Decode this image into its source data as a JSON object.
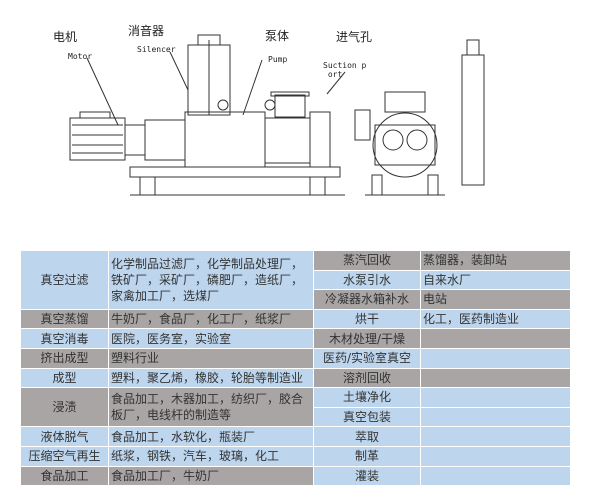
{
  "labels": {
    "motor_cn": "电机",
    "motor_en": "Motor",
    "silencer_cn": "消音器",
    "silencer_en": "Silencer",
    "pump_cn": "泵体",
    "pump_en": "Pump",
    "suction_cn": "进气孔",
    "suction_en": "Suction p\n ort"
  },
  "colors": {
    "blue": "#bdd6ee",
    "gray": "#a9a5a5"
  },
  "left_table": [
    {
      "application": "真空过滤",
      "industries": "化学制品过滤厂，化学制品处理厂，铁矿厂，采矿厂，磷肥厂，造纸厂，家禽加工厂，选煤厂"
    },
    {
      "application": "真空蒸馏",
      "industries": "牛奶厂，食品厂，化工厂，纸浆厂"
    },
    {
      "application": "真空消毒",
      "industries": "医院，医务室，实验室"
    },
    {
      "application": "挤出成型",
      "industries": "塑料行业"
    },
    {
      "application": "成型",
      "industries": "塑料，聚乙烯，橡胶，轮胎等制造业"
    },
    {
      "application": "浸渍",
      "industries": "食品加工，木器加工，纺织厂，胶合板厂，电线杆的制造等"
    },
    {
      "application": "液体脱气",
      "industries": "食品加工，水软化，瓶装厂"
    },
    {
      "application": "压缩空气再生",
      "industries": "纸浆，钢铁，汽车，玻璃，化工"
    },
    {
      "application": "食品加工",
      "industries": "食品加工厂，牛奶厂"
    }
  ],
  "right_table": [
    {
      "application": "蒸汽回收",
      "industries": "蒸馏器，装卸站"
    },
    {
      "application": "水泵引水",
      "industries": "自来水厂"
    },
    {
      "application": "冷凝器水箱补水",
      "industries": "电站"
    },
    {
      "application": "烘干",
      "industries": "化工，医药制造业"
    },
    {
      "application": "木材处理/干燥",
      "industries": ""
    },
    {
      "application": "医药/实验室真空",
      "industries": ""
    },
    {
      "application": "溶剂回收",
      "industries": ""
    },
    {
      "application": "土壤净化",
      "industries": ""
    },
    {
      "application": "真空包装",
      "industries": ""
    },
    {
      "application": "萃取",
      "industries": ""
    },
    {
      "application": "制革",
      "industries": ""
    },
    {
      "application": "灌装",
      "industries": ""
    }
  ]
}
